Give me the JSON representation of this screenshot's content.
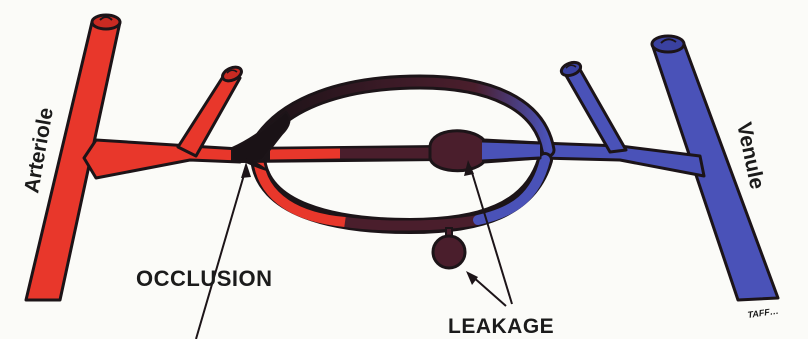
{
  "labels": {
    "arteriole": "Arteriole",
    "venule": "Venule",
    "occlusion": "OCCLUSION",
    "leakage": "LEAKAGE",
    "signature": "TAFF…"
  },
  "colors": {
    "arterial_red": "#e8372b",
    "venous_blue": "#4a52b8",
    "occluded_dark": "#4a1e2c",
    "occlusion_black": "#1a1216",
    "outline": "#1c1418"
  }
}
